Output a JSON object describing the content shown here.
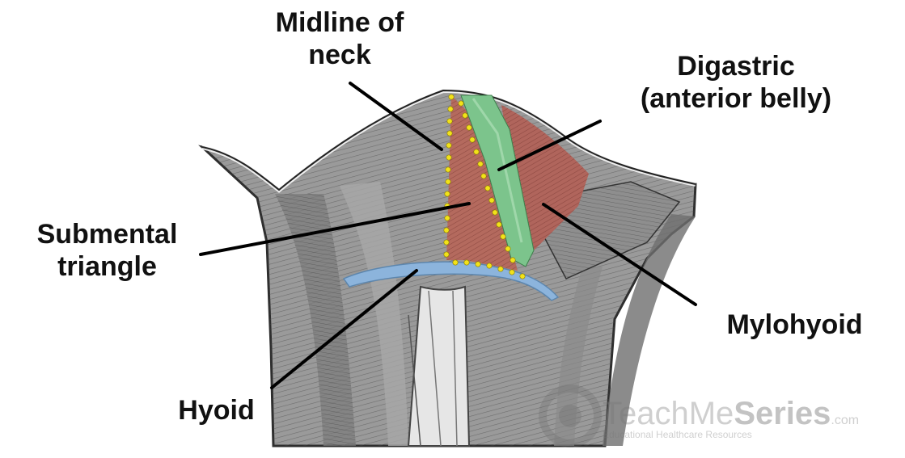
{
  "labels": {
    "midline": [
      "Midline of",
      "neck"
    ],
    "digastric": [
      "Digastric",
      "(anterior belly)"
    ],
    "submental": [
      "Submental",
      "triangle"
    ],
    "mylohyoid": "Mylohyoid",
    "hyoid": "Hyoid"
  },
  "watermark": {
    "brand_light": "TeachMe",
    "brand_bold": "Series",
    "domain": ".com",
    "tagline": "Educational Healthcare Resources"
  },
  "colors": {
    "submental_triangle": "#b46a5e",
    "digastric": "#7cc48c",
    "mylohyoid": "#b0655c",
    "hyoid": "#8cb4dc",
    "midline_dots": "#f2e21a"
  }
}
